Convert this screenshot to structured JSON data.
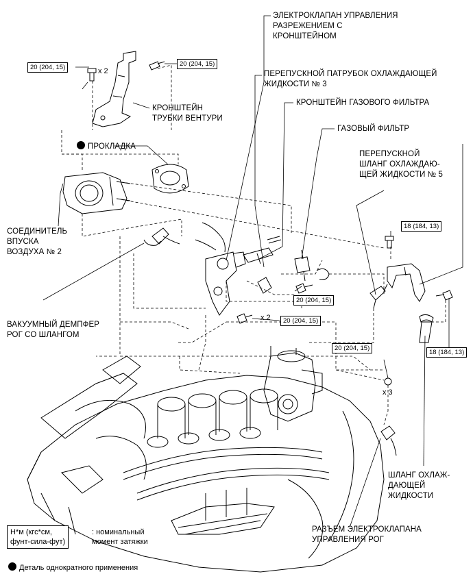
{
  "labels": {
    "solenoid_valve": "ЭЛЕКТРОКЛАПАН УПРАВЛЕНИЯ\nРАЗРЕЖЕНИЕМ С\nКРОНШТЕЙНОМ",
    "bypass_pipe_3": "ПЕРЕПУСКНОЙ ПАТРУБОК ОХЛАЖДАЮЩЕЙ\nЖИДКОСТИ № 3",
    "gas_filter_bracket": "КРОНШТЕЙН ГАЗОВОГО ФИЛЬТРА",
    "gas_filter": "ГАЗОВЫЙ ФИЛЬТР",
    "bypass_hose_5": "ПЕРЕПУСКНОЙ\nШЛАНГ ОХЛАЖДАЮ-\nЩЕЙ ЖИДКОСТИ № 5",
    "venturi_bracket": "КРОНШТЕЙН\nТРУБКИ ВЕНТУРИ",
    "gasket": "ПРОКЛАДКА",
    "air_inlet_2": "СОЕДИНИТЕЛЬ\nВПУСКА\nВОЗДУХА № 2",
    "vacuum_damper": "ВАКУУМНЫЙ ДЕМПФЕР\nРОГ СО ШЛАНГОМ",
    "coolant_hose": "ШЛАНГ ОХЛАЖ-\nДАЮЩЕЙ\nЖИДКОСТИ",
    "egr_connector": "РАЗЪЕМ ЭЛЕКТРОКЛАПАНА\nУПРАВЛЕНИЯ РОГ"
  },
  "torques": {
    "t1": "20 (204, 15)",
    "t2": "20 (204, 15)",
    "t3": "18 (184, 13)",
    "t4": "20 (204, 15)",
    "t5": "20 (204, 15)",
    "t6": "20 (204, 15)",
    "t7": "18 (184, 13)"
  },
  "multipliers": {
    "m1": "x 2",
    "m2": "x 2",
    "m3": "x 3"
  },
  "legend": {
    "unit": "Н*м (кгс*см,\nфунт-сила-фут)",
    "unit_desc": ": номинальный\nмомент затяжки",
    "single_use": "Деталь однократного применения"
  }
}
